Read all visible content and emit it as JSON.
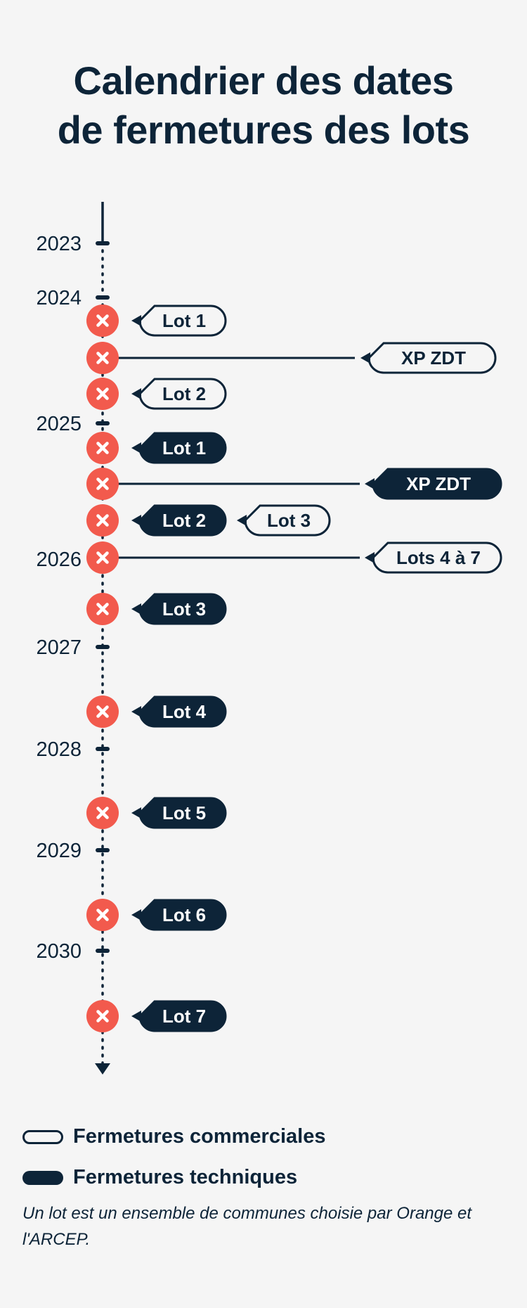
{
  "title": {
    "line1": "Calendrier des dates",
    "line2": "de fermetures des lots"
  },
  "years": [
    "2023",
    "2024",
    "2025",
    "2026",
    "2027",
    "2028",
    "2029",
    "2030"
  ],
  "events": [
    {
      "labels": [
        {
          "text": "Lot 1",
          "type": "commercial"
        }
      ]
    },
    {
      "labels": [
        {
          "text": "XP ZDT",
          "type": "commercial"
        }
      ]
    },
    {
      "labels": [
        {
          "text": "Lot 2",
          "type": "commercial"
        }
      ]
    },
    {
      "labels": [
        {
          "text": "Lot 1",
          "type": "technique"
        }
      ]
    },
    {
      "labels": [
        {
          "text": "XP ZDT",
          "type": "technique"
        }
      ]
    },
    {
      "labels": [
        {
          "text": "Lot 2",
          "type": "technique"
        },
        {
          "text": "Lot 3",
          "type": "commercial"
        }
      ]
    },
    {
      "labels": [
        {
          "text": "Lots 4 à 7",
          "type": "commercial"
        }
      ]
    },
    {
      "labels": [
        {
          "text": "Lot 3",
          "type": "technique"
        }
      ]
    },
    {
      "labels": [
        {
          "text": "Lot 4",
          "type": "technique"
        }
      ]
    },
    {
      "labels": [
        {
          "text": "Lot 5",
          "type": "technique"
        }
      ]
    },
    {
      "labels": [
        {
          "text": "Lot 6",
          "type": "technique"
        }
      ]
    },
    {
      "labels": [
        {
          "text": "Lot 7",
          "type": "technique"
        }
      ]
    }
  ],
  "legend": {
    "commercial": "Fermetures commerciales",
    "technique": "Fermetures techniques"
  },
  "note": "Un lot est un ensemble de communes choisie par Orange et l'ARCEP.",
  "colors": {
    "navy": "#0d2438",
    "marker": "#f25a4d",
    "background": "#f5f5f5"
  },
  "icons": {
    "marker": "close-icon",
    "axis_end": "arrow-down-icon"
  }
}
